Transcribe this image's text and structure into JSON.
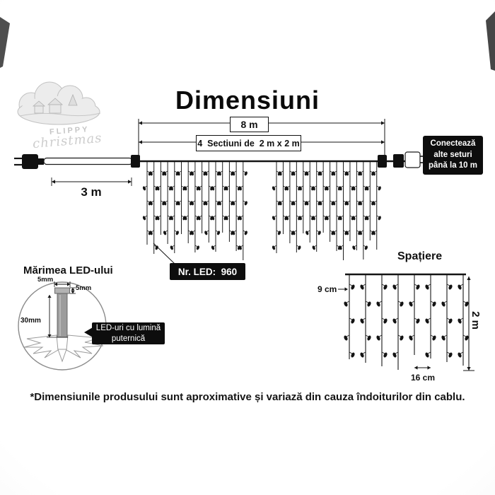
{
  "title": "Dimensiuni",
  "logo": {
    "brand_top": "FLIPPY",
    "brand_bottom": "christmas"
  },
  "dimensions": {
    "total_width": "8 m",
    "sections": "4  Sectiuni de  2 m x 2 m",
    "lead_length": "3 m",
    "connect_note_lines": [
      "Conectează",
      "alte seturi",
      "până la 10 m"
    ],
    "led_count": "Nr. LED:  960"
  },
  "led_size": {
    "heading": "Mărimea LED-ului",
    "cap_width": "5mm",
    "cap_height": "5mm",
    "body_length": "30mm",
    "note_line1": "LED-uri cu lumină",
    "note_line2": "puternică"
  },
  "spacing": {
    "heading": "Spațiere",
    "led_gap": "9 cm",
    "drop_height": "2 m",
    "string_gap": "16 cm"
  },
  "footnote": "*Dimensiunile produsului sunt aproximative și variază din cauza îndoiturilor din cablu."
}
